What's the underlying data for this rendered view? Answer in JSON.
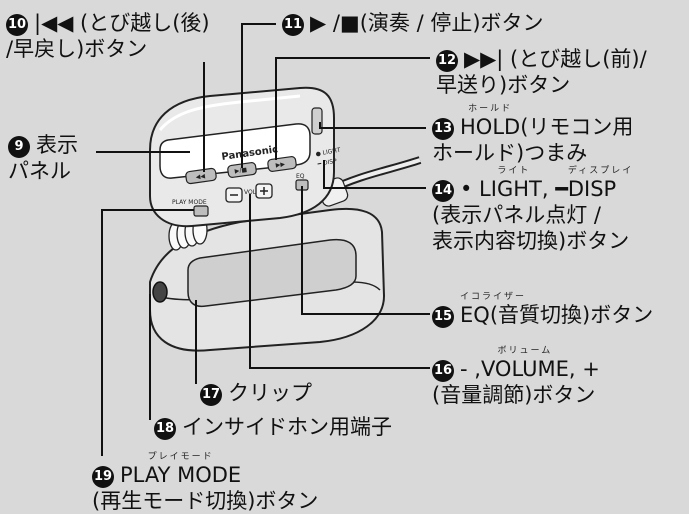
{
  "callouts": [
    {
      "num": "10",
      "line1": "|◀◀ (とび越し(後)",
      "line2": "/早戻し)ボタン"
    },
    {
      "num": "11",
      "line1": "▶ /■(演奏 / 停止)ボタン"
    },
    {
      "num": "12",
      "line1": "▶▶| (とび越し(前)/",
      "line2": "早送り)ボタン"
    },
    {
      "num": "9",
      "line1": "表示",
      "line2": "パネル"
    },
    {
      "num": "13",
      "ruby": "ホールド",
      "line1_main": "HOLD",
      "line1_rest": "(リモコン用",
      "line2": "ホールド)つまみ"
    },
    {
      "num": "14",
      "ruby1": "ライト",
      "ruby2": "ディスプレイ",
      "line1_a": "• LIGHT, ━ ",
      "line1_b": "DISP",
      "line2": "(表示パネル点灯 /",
      "line3": "表示内容切換)ボタン"
    },
    {
      "num": "15",
      "ruby": "イコライザー",
      "line1_main": "EQ",
      "line1_rest": "(音質切換)ボタン"
    },
    {
      "num": "16",
      "ruby": "ボリューム",
      "line1_pre": "- ,",
      "line1_main": "VOLUME",
      "line1_rest": ", +",
      "line2": "(音量調節)ボタン"
    },
    {
      "num": "17",
      "line1": "クリップ"
    },
    {
      "num": "18",
      "line1": "インサイドホン用端子"
    },
    {
      "num": "19",
      "ruby": "プレイモード",
      "line1_main": "PLAY MODE",
      "line2": "(再生モード切換)ボタン"
    }
  ],
  "device": {
    "brand": "Panasonic",
    "play_mode_label": "PLAY MODE",
    "volume_label": "VOLUME",
    "eq_label": "EQ",
    "light_label": "● LIGHT",
    "disp_label": "━ DISP",
    "minus_label": "−",
    "plus_label": "+",
    "prev_label": "◀◀",
    "play_label": "▶/■",
    "next_label": "▶▶"
  }
}
